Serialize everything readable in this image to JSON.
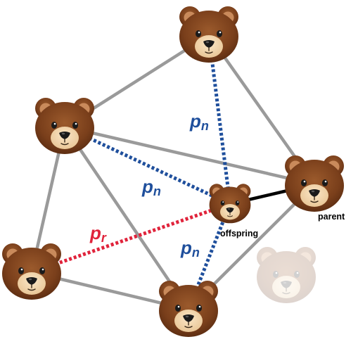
{
  "colors": {
    "edge": "#9a9a9a",
    "parent_edge": "#000000",
    "pn_edge": "#1f4f9c",
    "pr_edge": "#e0233b",
    "bear_fur": "#8a4a22",
    "bear_fur_dark": "#5e2e12",
    "bear_muzzle": "#f3d7ad",
    "bear_inner_ear": "#c98a5b",
    "bear_nose": "#1a1a1a",
    "background": "#ffffff"
  },
  "nodes": [
    {
      "id": "top",
      "icon": "bear-face-icon"
    },
    {
      "id": "upper-left",
      "icon": "bear-face-icon"
    },
    {
      "id": "parent",
      "icon": "bear-face-icon",
      "label": "parent"
    },
    {
      "id": "offspring",
      "icon": "bear-face-icon",
      "label": "offspring"
    },
    {
      "id": "lower-left",
      "icon": "bear-face-icon"
    },
    {
      "id": "bottom",
      "icon": "bear-face-icon"
    },
    {
      "id": "faded",
      "icon": "bear-face-icon",
      "faded": true
    }
  ],
  "edges": [
    {
      "from": "top",
      "to": "upper-left",
      "kind": "edge"
    },
    {
      "from": "top",
      "to": "parent",
      "kind": "edge"
    },
    {
      "from": "upper-left",
      "to": "parent",
      "kind": "edge"
    },
    {
      "from": "upper-left",
      "to": "lower-left",
      "kind": "edge"
    },
    {
      "from": "upper-left",
      "to": "bottom",
      "kind": "edge"
    },
    {
      "from": "lower-left",
      "to": "bottom",
      "kind": "edge"
    },
    {
      "from": "bottom",
      "to": "parent",
      "kind": "edge"
    },
    {
      "from": "offspring",
      "to": "parent",
      "kind": "parent"
    },
    {
      "from": "offspring",
      "to": "top",
      "kind": "pn"
    },
    {
      "from": "offspring",
      "to": "upper-left",
      "kind": "pn"
    },
    {
      "from": "offspring",
      "to": "bottom",
      "kind": "pn"
    },
    {
      "from": "offspring",
      "to": "lower-left",
      "kind": "pr"
    }
  ],
  "edge_labels": [
    {
      "edge": "offspring-top",
      "main": "p",
      "sub": "n",
      "color": "#1f4f9c"
    },
    {
      "edge": "offspring-upper-left",
      "main": "p",
      "sub": "n",
      "color": "#1f4f9c"
    },
    {
      "edge": "offspring-bottom",
      "main": "p",
      "sub": "n",
      "color": "#1f4f9c"
    },
    {
      "edge": "offspring-lower-left",
      "main": "p",
      "sub": "r",
      "color": "#e0233b"
    }
  ]
}
